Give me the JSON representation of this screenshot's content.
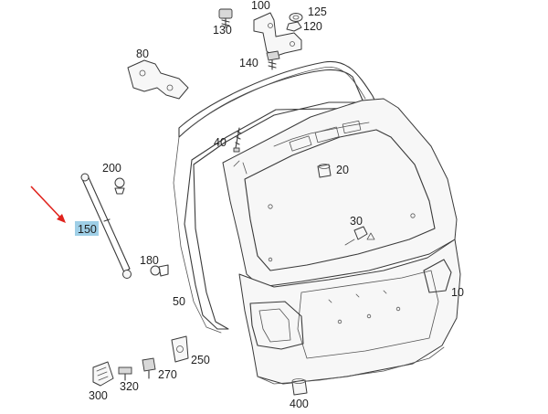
{
  "diagram": {
    "parts": [
      {
        "id": "100",
        "label": "100"
      },
      {
        "id": "125",
        "label": "125"
      },
      {
        "id": "130",
        "label": "130"
      },
      {
        "id": "120",
        "label": "120"
      },
      {
        "id": "80",
        "label": "80"
      },
      {
        "id": "140",
        "label": "140"
      },
      {
        "id": "40",
        "label": "40"
      },
      {
        "id": "200",
        "label": "200"
      },
      {
        "id": "20",
        "label": "20"
      },
      {
        "id": "150",
        "label": "150",
        "highlighted": true
      },
      {
        "id": "30",
        "label": "30"
      },
      {
        "id": "180",
        "label": "180"
      },
      {
        "id": "10",
        "label": "10"
      },
      {
        "id": "50",
        "label": "50"
      },
      {
        "id": "250",
        "label": "250"
      },
      {
        "id": "270",
        "label": "270"
      },
      {
        "id": "320",
        "label": "320"
      },
      {
        "id": "300",
        "label": "300"
      },
      {
        "id": "400",
        "label": "400"
      }
    ],
    "highlight_color": "#9fcfe7",
    "arrow_color": "#e0231d",
    "line_color": "#3a3a3a"
  }
}
